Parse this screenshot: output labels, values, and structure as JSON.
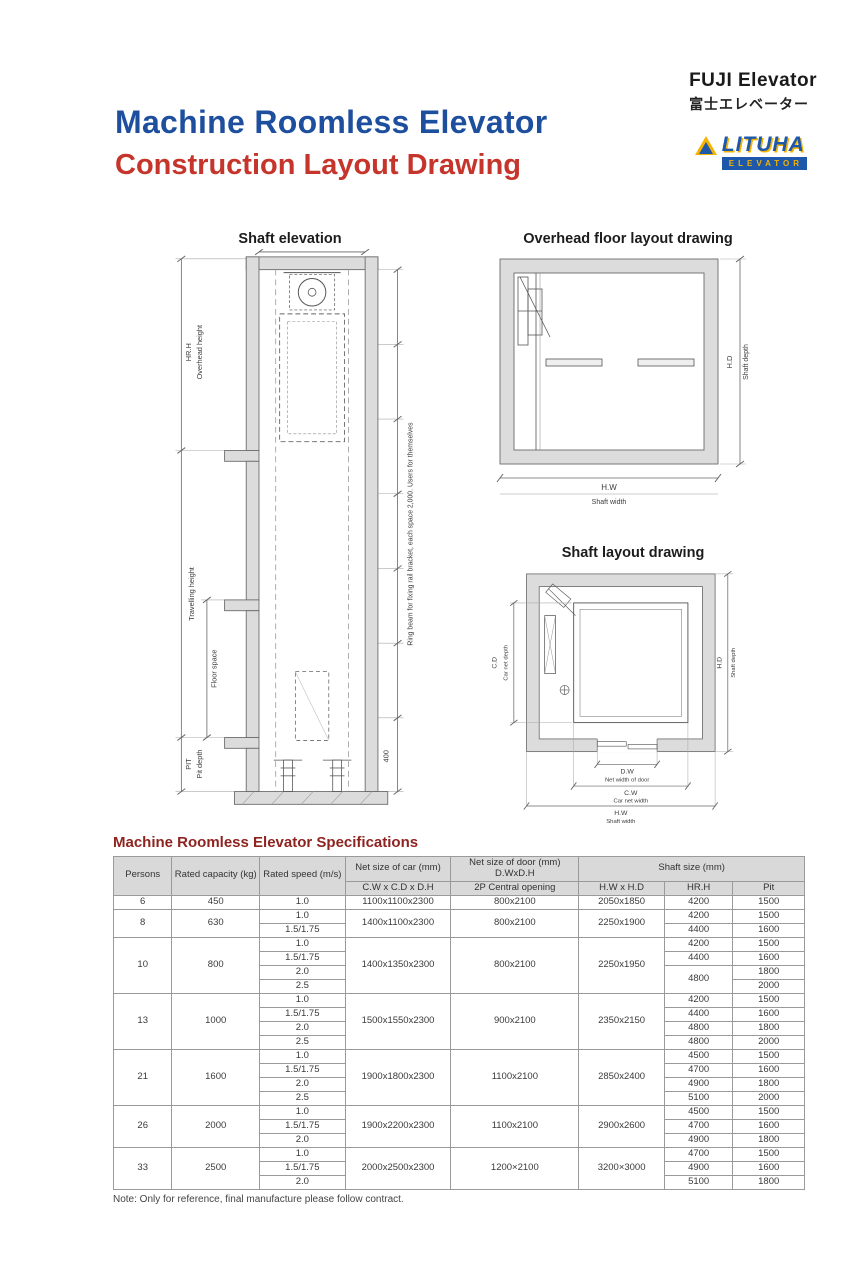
{
  "page": {
    "brand": {
      "name": "FUJI Elevator",
      "japanese": "富士エレベーター",
      "logo_main": "LITUHA",
      "logo_sub": "ELEVATOR"
    },
    "title": "Machine Roomless Elevator",
    "subtitle": "Construction Layout Drawing"
  },
  "shaft_elevation": {
    "title": "Shaft elevation",
    "labels": {
      "hrh": "HR.H",
      "overhead_height": "Overhead height",
      "travelling_height": "Travelling height",
      "floor_space": "Floor space",
      "pit": "PIT",
      "pit_depth": "Pit depth",
      "ring_beam": "Ring beam for fixing rail bracket, each space 2,000. Users for themselves",
      "dim_400": "400"
    }
  },
  "overhead_layout": {
    "title": "Overhead floor layout drawing",
    "labels": {
      "hd": "H.D",
      "shaft_depth": "Shaft depth",
      "hw": "H.W",
      "shaft_width": "Shaft width"
    }
  },
  "shaft_layout": {
    "title": "Shaft layout drawing",
    "labels": {
      "cd": "C.D",
      "car_net_depth": "Car net depth",
      "hd": "H.D",
      "shaft_depth": "Shaft depth",
      "dw": "D.W",
      "net_width_of_door": "Net width of door",
      "cw": "C.W",
      "car_net_width": "Car net width",
      "hw": "H.W",
      "shaft_width": "Shaft width"
    }
  },
  "specs": {
    "title": "Machine Roomless Elevator Specifications",
    "note": "Note: Only for reference, final manufacture please follow contract.",
    "header": {
      "persons": "Persons",
      "capacity": "Rated capacity (kg)",
      "speed": "Rated speed (m/s)",
      "car": "Net size of car (mm)",
      "car_sub": "C.W x C.D x D.H",
      "door": "Net size of door (mm) D.WxD.H",
      "door_sub": "2P Central opening",
      "shaft": "Shaft size (mm)",
      "hwhd": "H.W x H.D",
      "hrh": "HR.H",
      "pit": "Pit"
    },
    "groups": [
      {
        "persons": "6",
        "capacity": "450",
        "car": "1100x1100x2300",
        "door": "800x2100",
        "shaft": "2050x1850",
        "rows": [
          {
            "speed": "1.0",
            "hrh": "4200",
            "pit": "1500"
          }
        ]
      },
      {
        "persons": "8",
        "capacity": "630",
        "car": "1400x1100x2300",
        "door": "800x2100",
        "shaft": "2250x1900",
        "rows": [
          {
            "speed": "1.0",
            "hrh": "4200",
            "pit": "1500"
          },
          {
            "speed": "1.5/1.75",
            "hrh": "4400",
            "pit": "1600"
          }
        ]
      },
      {
        "persons": "10",
        "capacity": "800",
        "car": "1400x1350x2300",
        "door": "800x2100",
        "shaft": "2250x1950",
        "rows": [
          {
            "speed": "1.0",
            "hrh": "4200",
            "pit": "1500"
          },
          {
            "speed": "1.5/1.75",
            "hrh": "4400",
            "pit": "1600"
          },
          {
            "speed": "2.0",
            "hrh": "4800",
            "hrh_span": 2,
            "pit": "1800"
          },
          {
            "speed": "2.5",
            "hrh": null,
            "pit": "2000"
          }
        ]
      },
      {
        "persons": "13",
        "capacity": "1000",
        "car": "1500x1550x2300",
        "door": "900x2100",
        "shaft": "2350x2150",
        "rows": [
          {
            "speed": "1.0",
            "hrh": "4200",
            "pit": "1500"
          },
          {
            "speed": "1.5/1.75",
            "hrh": "4400",
            "pit": "1600"
          },
          {
            "speed": "2.0",
            "hrh": "4800",
            "pit": "1800"
          },
          {
            "speed": "2.5",
            "hrh": "4800",
            "pit": "2000"
          }
        ]
      },
      {
        "persons": "21",
        "capacity": "1600",
        "car": "1900x1800x2300",
        "door": "1100x2100",
        "shaft": "2850x2400",
        "rows": [
          {
            "speed": "1.0",
            "hrh": "4500",
            "pit": "1500"
          },
          {
            "speed": "1.5/1.75",
            "hrh": "4700",
            "pit": "1600"
          },
          {
            "speed": "2.0",
            "hrh": "4900",
            "pit": "1800"
          },
          {
            "speed": "2.5",
            "hrh": "5100",
            "pit": "2000"
          }
        ]
      },
      {
        "persons": "26",
        "capacity": "2000",
        "car": "1900x2200x2300",
        "door": "1100x2100",
        "shaft": "2900x2600",
        "rows": [
          {
            "speed": "1.0",
            "hrh": "4500",
            "pit": "1500"
          },
          {
            "speed": "1.5/1.75",
            "hrh": "4700",
            "pit": "1600"
          },
          {
            "speed": "2.0",
            "hrh": "4900",
            "pit": "1800"
          }
        ]
      },
      {
        "persons": "33",
        "capacity": "2500",
        "car": "2000x2500x2300",
        "door": "1200×2100",
        "shaft": "3200×3000",
        "rows": [
          {
            "speed": "1.0",
            "hrh": "4700",
            "pit": "1500"
          },
          {
            "speed": "1.5/1.75",
            "hrh": "4900",
            "pit": "1600"
          },
          {
            "speed": "2.0",
            "hrh": "5100",
            "pit": "1800"
          }
        ]
      }
    ]
  }
}
